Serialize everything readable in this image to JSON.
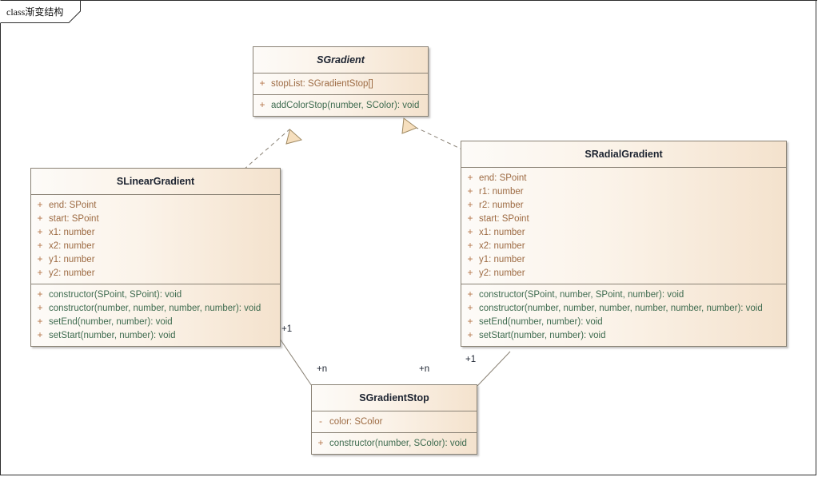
{
  "diagram": {
    "frame_label_keyword": "class",
    "frame_label_name": "渐变结构",
    "background": "#ffffff",
    "frame_border_color": "#2e2e2e"
  },
  "palette": {
    "box_fill_left": "#fdfbf8",
    "box_fill_right": "#f4e2cd",
    "box_border": "#8a8275",
    "title_text": "#1c2330",
    "attribute_text": "#9d6b43",
    "method_text": "#3e6b4f",
    "visibility_text": "#b5764a",
    "connector_line": "#8a8275",
    "arrow_fill": "#f6dfbe",
    "arrow_stroke": "#a08a63"
  },
  "classes": [
    {
      "id": "sgradient",
      "name": "SGradient",
      "abstract": true,
      "attributes": [
        {
          "visibility": "+",
          "text": "stopList: SGradientStop[]"
        }
      ],
      "methods": [
        {
          "visibility": "+",
          "text": "addColorStop(number, SColor): void"
        }
      ]
    },
    {
      "id": "slineargradient",
      "name": "SLinearGradient",
      "abstract": false,
      "attributes": [
        {
          "visibility": "+",
          "text": "end: SPoint"
        },
        {
          "visibility": "+",
          "text": "start: SPoint"
        },
        {
          "visibility": "+",
          "text": "x1: number"
        },
        {
          "visibility": "+",
          "text": "x2: number"
        },
        {
          "visibility": "+",
          "text": "y1: number"
        },
        {
          "visibility": "+",
          "text": "y2: number"
        }
      ],
      "methods": [
        {
          "visibility": "+",
          "text": "constructor(SPoint, SPoint): void"
        },
        {
          "visibility": "+",
          "text": "constructor(number, number, number, number): void"
        },
        {
          "visibility": "+",
          "text": "setEnd(number, number): void"
        },
        {
          "visibility": "+",
          "text": "setStart(number, number): void"
        }
      ]
    },
    {
      "id": "sradialgradient",
      "name": "SRadialGradient",
      "abstract": false,
      "attributes": [
        {
          "visibility": "+",
          "text": "end: SPoint"
        },
        {
          "visibility": "+",
          "text": "r1: number"
        },
        {
          "visibility": "+",
          "text": "r2: number"
        },
        {
          "visibility": "+",
          "text": "start: SPoint"
        },
        {
          "visibility": "+",
          "text": "x1: number"
        },
        {
          "visibility": "+",
          "text": "x2: number"
        },
        {
          "visibility": "+",
          "text": "y1: number"
        },
        {
          "visibility": "+",
          "text": "y2: number"
        }
      ],
      "methods": [
        {
          "visibility": "+",
          "text": "constructor(SPoint, number, SPoint, number): void"
        },
        {
          "visibility": "+",
          "text": "constructor(number, number, number, number, number, number): void"
        },
        {
          "visibility": "+",
          "text": "setEnd(number, number): void"
        },
        {
          "visibility": "+",
          "text": "setStart(number, number): void"
        }
      ]
    },
    {
      "id": "sgradientstop",
      "name": "SGradientStop",
      "abstract": false,
      "attributes": [
        {
          "visibility": "-",
          "text": "color: SColor"
        }
      ],
      "methods": [
        {
          "visibility": "+",
          "text": "constructor(number, SColor): void"
        }
      ]
    }
  ],
  "relationships": [
    {
      "kind": "realization",
      "from": "SLinearGradient",
      "to": "SGradient",
      "line_style": "dashed",
      "arrow": "hollow-triangle"
    },
    {
      "kind": "realization",
      "from": "SRadialGradient",
      "to": "SGradient",
      "line_style": "dashed",
      "arrow": "hollow-triangle"
    },
    {
      "kind": "association",
      "from": "SLinearGradient",
      "to": "SGradientStop",
      "line_style": "solid",
      "arrow": "none",
      "source_multiplicity": "+1",
      "target_multiplicity": "+n"
    },
    {
      "kind": "association",
      "from": "SRadialGradient",
      "to": "SGradientStop",
      "line_style": "solid",
      "arrow": "none",
      "source_multiplicity": "+1",
      "target_multiplicity": "+n"
    }
  ],
  "multiplicity_labels": [
    {
      "id": "linear-one",
      "text": "+1"
    },
    {
      "id": "linear-n",
      "text": "+n"
    },
    {
      "id": "radial-n",
      "text": "+n"
    },
    {
      "id": "radial-one",
      "text": "+1"
    }
  ]
}
